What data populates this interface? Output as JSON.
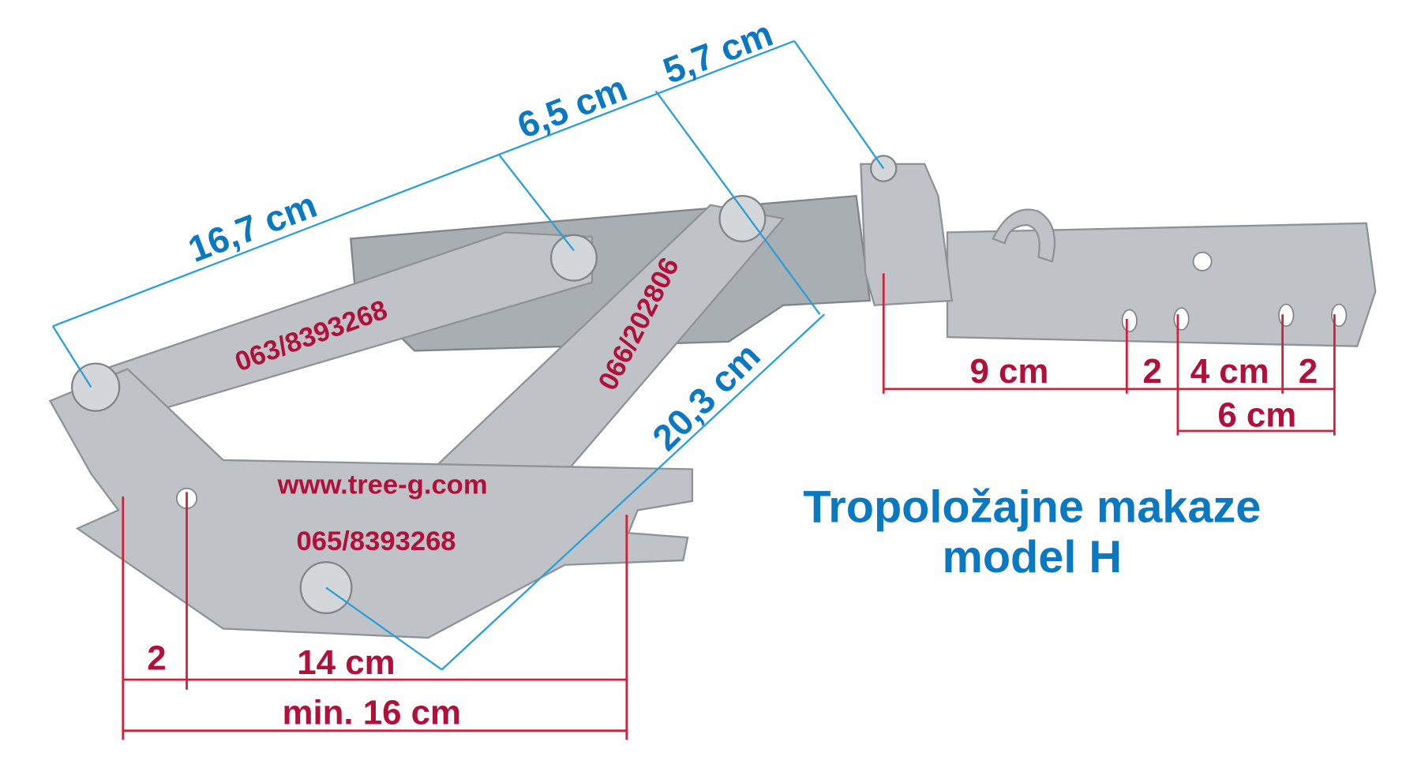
{
  "dimensions_blue": {
    "arm_top": "16,7 cm",
    "arm_mid": "6,5 cm",
    "arm_end": "5,7 cm",
    "diagonal": "20,3 cm"
  },
  "dimensions_red_left": {
    "offset": "2",
    "span": "14 cm",
    "total": "min. 16 cm"
  },
  "dimensions_red_right": {
    "first": "9 cm",
    "gap1": "2",
    "middle": "4 cm",
    "gap2": "2",
    "total": "6 cm"
  },
  "overlay_text": {
    "phone1": "063/8393268",
    "phone2": "066/202806",
    "website": "www.tree-g.com",
    "phone3": "065/8393268"
  },
  "title": {
    "line1": "Tropoložajne makaze",
    "line2": "model H"
  },
  "colors": {
    "blue": "#0b78c2",
    "red": "#b0103a",
    "metal": "#bfc3c7"
  }
}
